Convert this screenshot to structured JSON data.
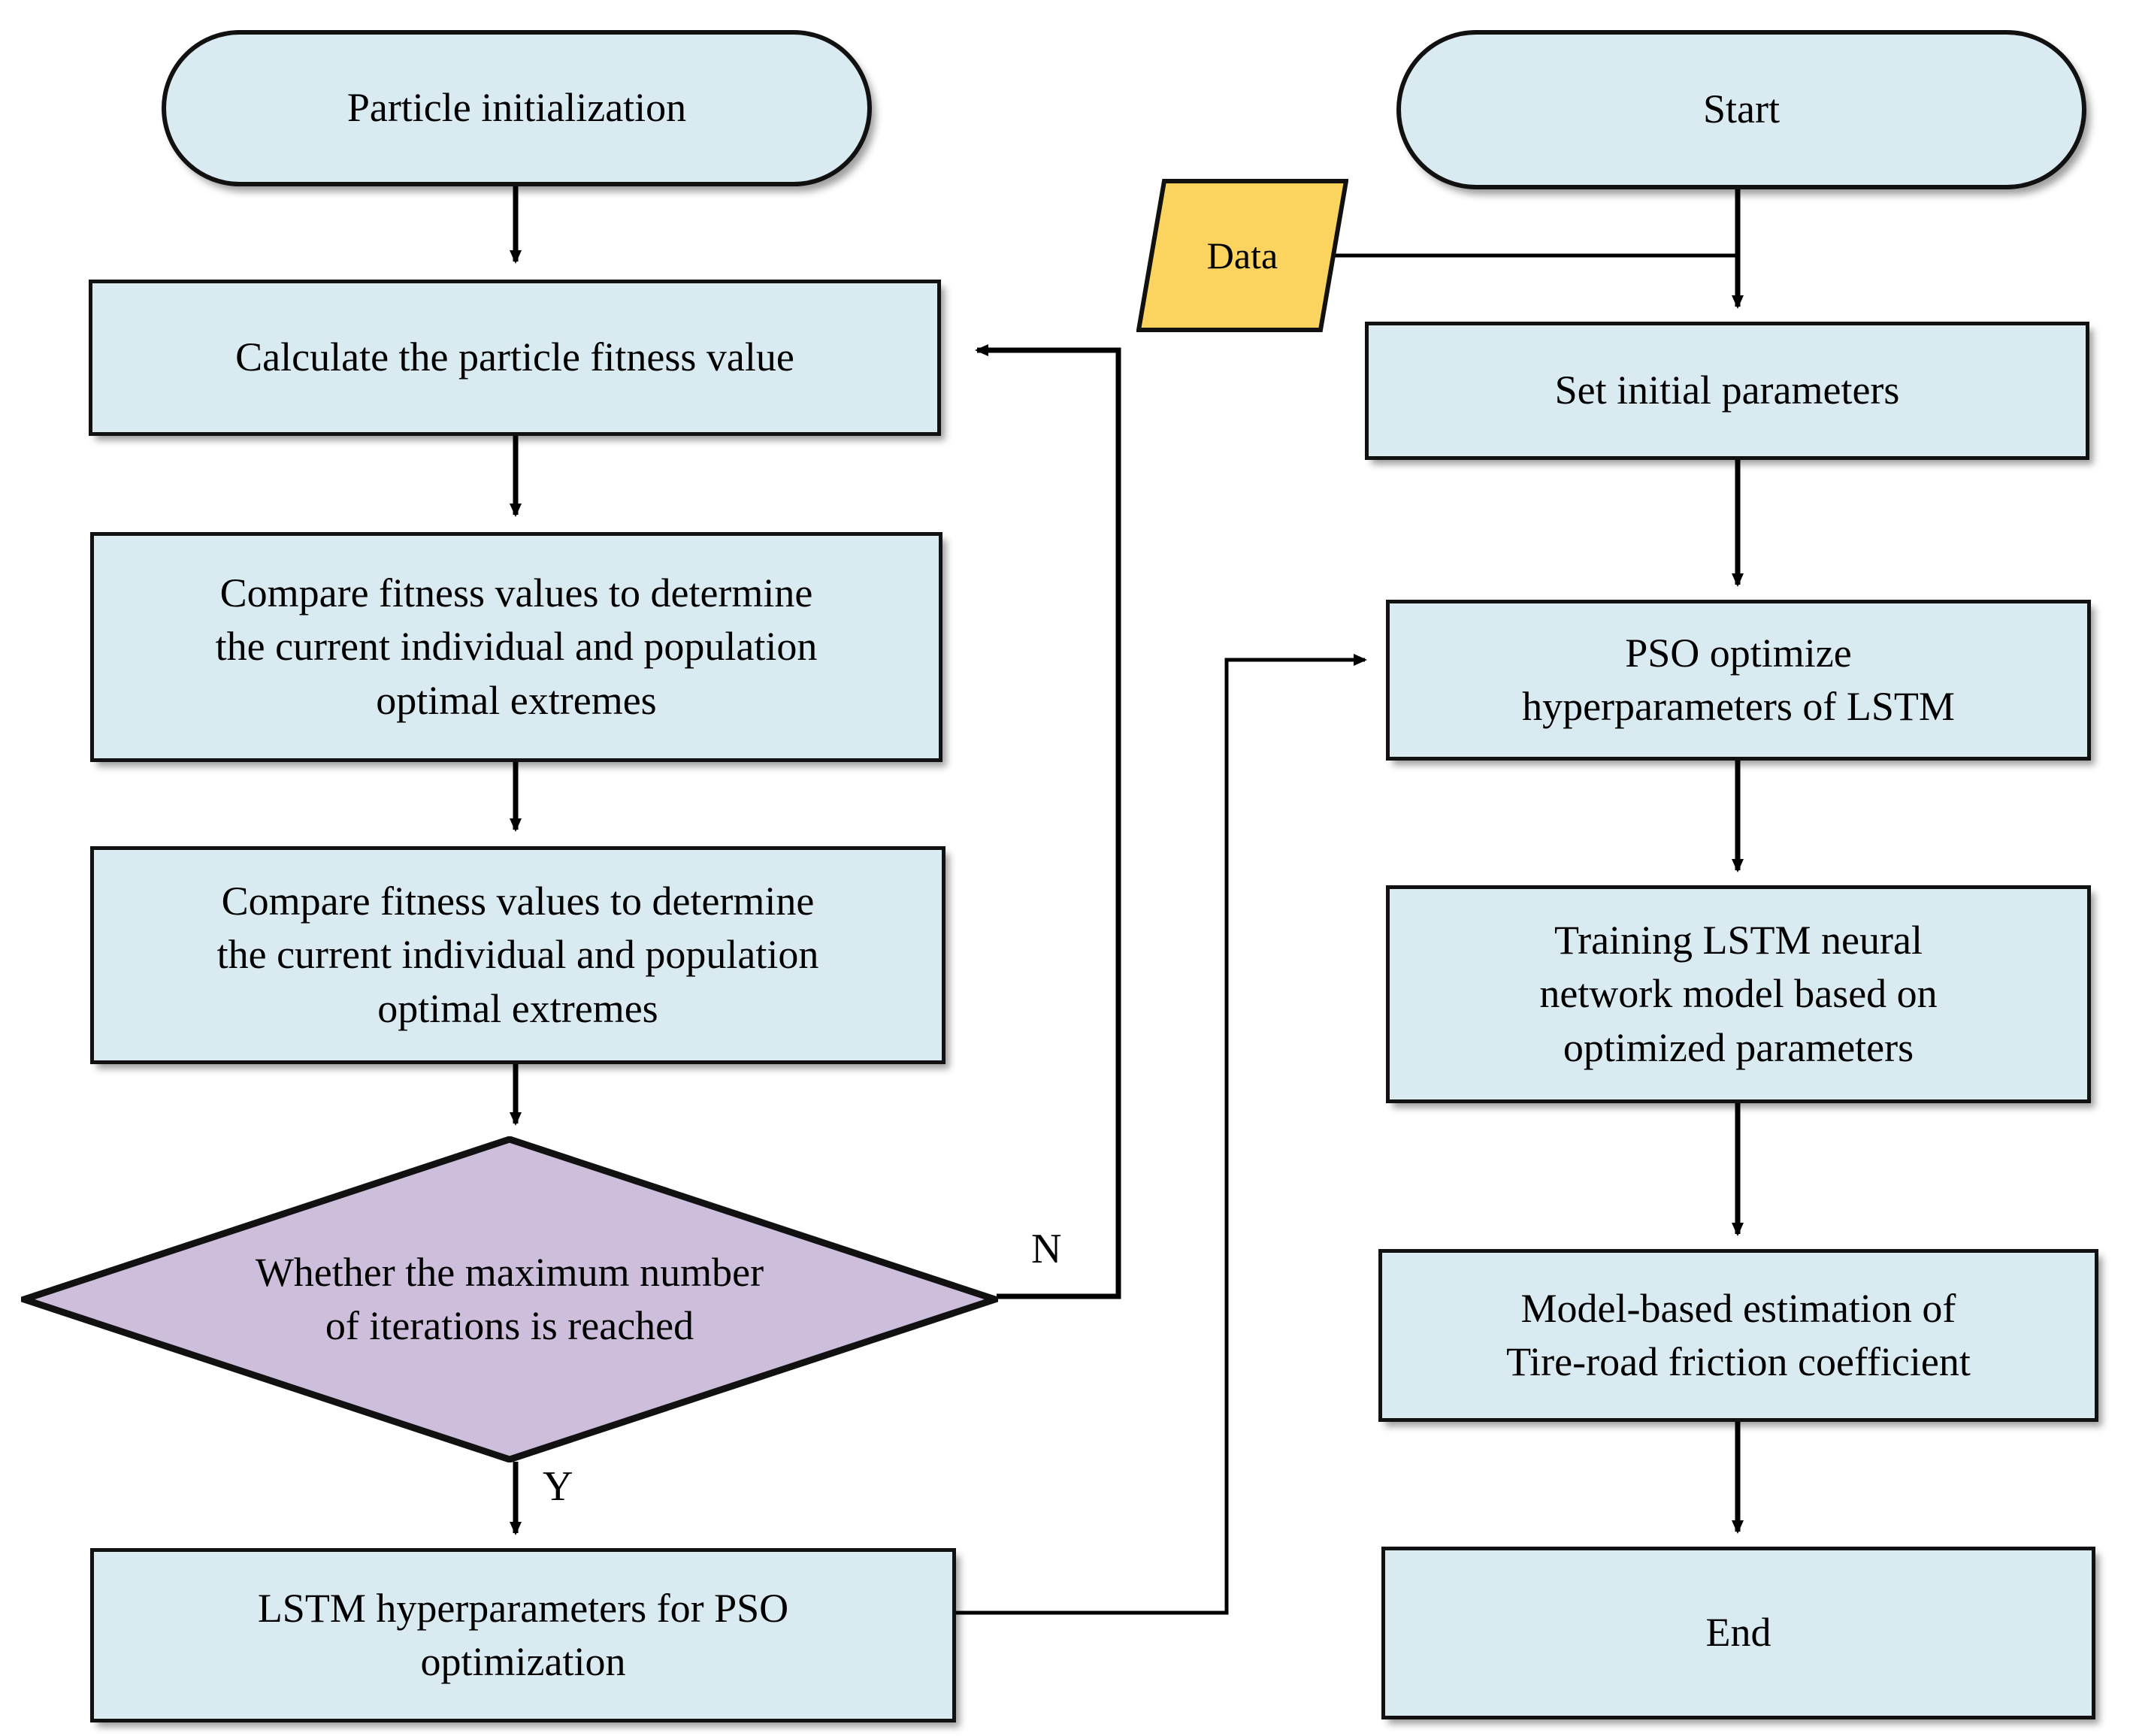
{
  "diagram": {
    "title": "PSO-LSTM tire-road friction coefficient estimation flowchart",
    "colors": {
      "process_fill": "#D9EAF1",
      "decision_fill": "#CDBFDC",
      "data_fill": "#FBD45F",
      "stroke": "#111111",
      "background": "#FFFFFF"
    }
  },
  "left_column": {
    "particle_initialization": "Particle initialization",
    "calculate_fitness": "Calculate the particle fitness value",
    "compare_fitness_1": "Compare fitness values to determine\nthe current individual and population\noptimal extremes",
    "compare_fitness_2": "Compare fitness values to determine\nthe current individual and population\noptimal extremes",
    "decision_max_iterations": "Whether the maximum number\nof iterations is reached",
    "lstm_hyperparameters": "LSTM hyperparameters for PSO\noptimization"
  },
  "right_column": {
    "start": "Start",
    "data": "Data",
    "set_initial_parameters": "Set initial parameters",
    "pso_optimize": "PSO optimize\nhyperparameters of LSTM",
    "training_lstm": "Training LSTM neural\nnetwork model based on\noptimized parameters",
    "model_based_estimation": "Model-based estimation of\nTire-road friction coefficient",
    "end": "End"
  },
  "edge_labels": {
    "no_branch": "N",
    "yes_branch": "Y"
  },
  "flow": {
    "left_sequence": [
      "Particle initialization",
      "Calculate the particle fitness value",
      "Compare fitness values to determine the current individual and population optimal extremes",
      "Compare fitness values to determine the current individual and population optimal extremes",
      "Whether the maximum number of iterations is reached",
      "LSTM hyperparameters for PSO optimization"
    ],
    "right_sequence": [
      "Start",
      "Set initial parameters",
      "PSO optimize hyperparameters of LSTM",
      "Training LSTM neural network model based on optimized parameters",
      "Model-based estimation of Tire-road friction coefficient",
      "End"
    ],
    "cross_links": [
      "Data -> Set initial parameters",
      "Whether the maximum number of iterations is reached -N-> Calculate the particle fitness value",
      "Whether the maximum number of iterations is reached -Y-> LSTM hyperparameters for PSO optimization",
      "LSTM hyperparameters for PSO optimization -> PSO optimize hyperparameters of LSTM"
    ]
  }
}
